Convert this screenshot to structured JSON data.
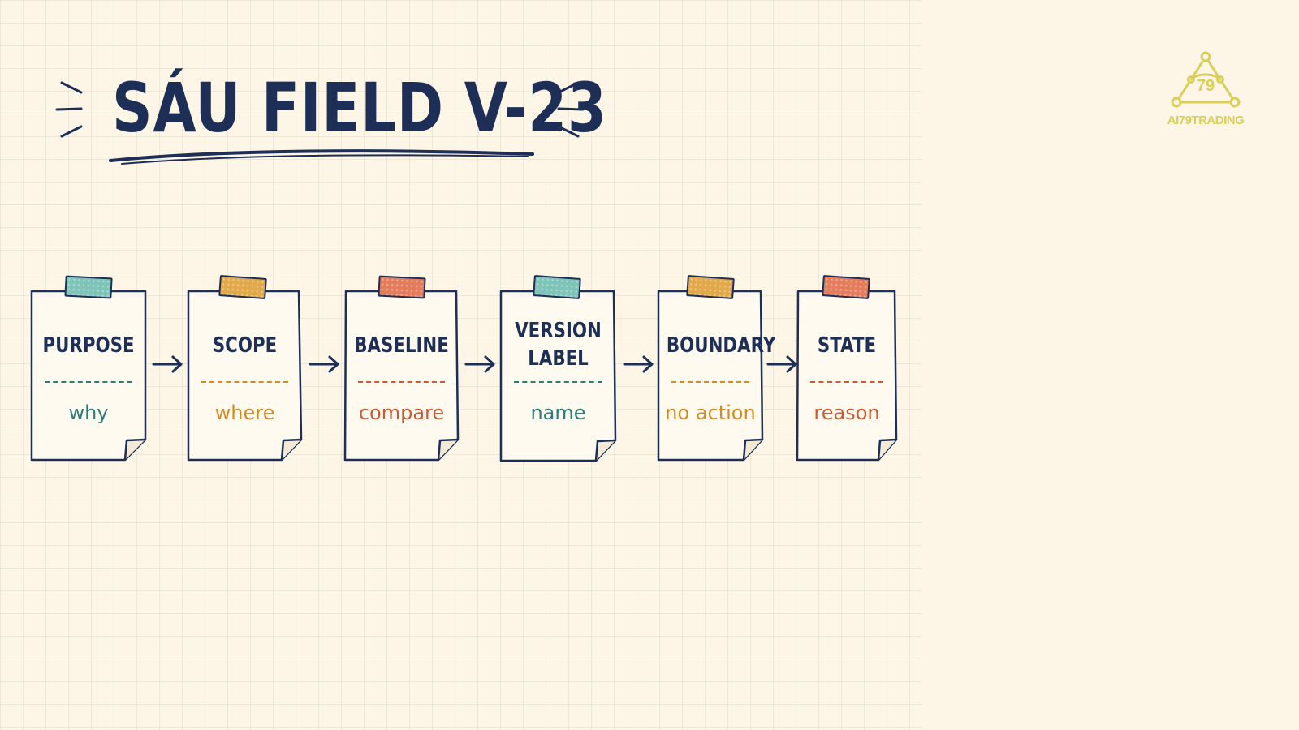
{
  "title": "SÁU FIELD V-23",
  "logo": {
    "badge": "79",
    "text": "AI79TRADING"
  },
  "colors": {
    "ink": "#1d2f57",
    "teal": "#2d7c78",
    "orange": "#d48a26",
    "red": "#cc5a36",
    "paper": "#fdf5e6",
    "logo": "#d9cf5a"
  },
  "cards": [
    {
      "title": "PURPOSE",
      "subtitle": "why",
      "color": "#2d7c78",
      "tape": "#7ec4b8"
    },
    {
      "title": "SCOPE",
      "subtitle": "where",
      "color": "#d48a26",
      "tape": "#e2a94a"
    },
    {
      "title": "BASELINE",
      "subtitle": "compare",
      "color": "#cc5a36",
      "tape": "#e47d5c"
    },
    {
      "title": "VERSION\nLABEL",
      "subtitle": "name",
      "color": "#2d7c78",
      "tape": "#7ec4b8"
    },
    {
      "title": "BOUNDARY",
      "subtitle": "no action",
      "color": "#d48a26",
      "tape": "#e2a94a"
    },
    {
      "title": "STATE",
      "subtitle": "reason",
      "color": "#cc5a36",
      "tape": "#e47d5c"
    }
  ]
}
